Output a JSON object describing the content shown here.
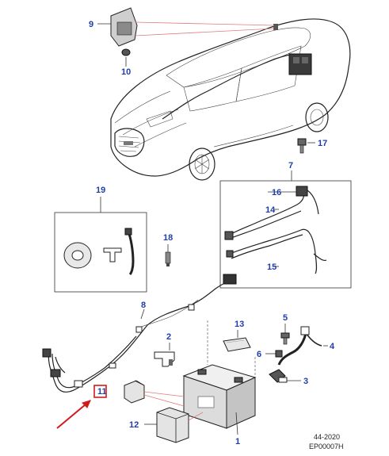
{
  "callouts": {
    "c1": "1",
    "c2": "2",
    "c3": "3",
    "c4": "4",
    "c5": "5",
    "c6": "6",
    "c7": "7",
    "c8": "8",
    "c9": "9",
    "c10": "10",
    "c11": "11",
    "c12": "12",
    "c13": "13",
    "c14": "14",
    "c15": "15",
    "c16": "16",
    "c17": "17",
    "c18": "18",
    "c19": "19"
  },
  "reference": {
    "page": "44-2020",
    "code": "EP00007H"
  },
  "colors": {
    "callout": "#1f3fa8",
    "highlight": "#d11a1a",
    "leader": "#e07a7a"
  },
  "highlighted_callout": "11"
}
